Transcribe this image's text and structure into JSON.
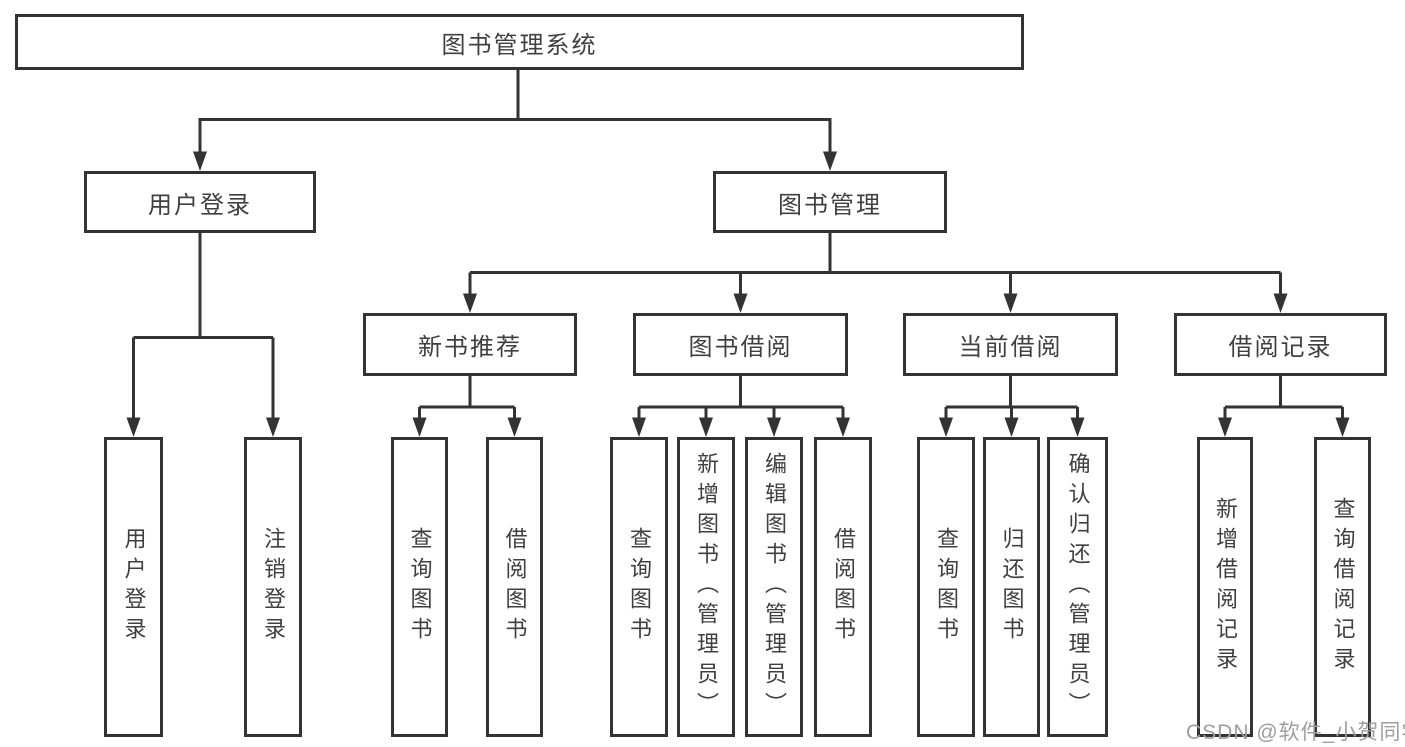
{
  "diagram": {
    "type": "hierarchy-flowchart",
    "root": {
      "label": "图书管理系统"
    },
    "branches": [
      {
        "label": "用户登录"
      },
      {
        "label": "图书管理"
      }
    ],
    "sections": [
      {
        "label": "新书推荐"
      },
      {
        "label": "图书借阅"
      },
      {
        "label": "当前借阅"
      },
      {
        "label": "借阅记录"
      }
    ],
    "leaves": [
      {
        "label": "用户登录",
        "parent": "用户登录"
      },
      {
        "label": "注销登录",
        "parent": "用户登录"
      },
      {
        "label": "查询图书",
        "parent": "新书推荐"
      },
      {
        "label": "借阅图书",
        "parent": "新书推荐"
      },
      {
        "label": "查询图书",
        "parent": "图书借阅"
      },
      {
        "label": "新增图书（管理员）",
        "parent": "图书借阅"
      },
      {
        "label": "编辑图书（管理员）",
        "parent": "图书借阅"
      },
      {
        "label": "借阅图书",
        "parent": "图书借阅"
      },
      {
        "label": "查询图书",
        "parent": "当前借阅"
      },
      {
        "label": "归还图书",
        "parent": "当前借阅"
      },
      {
        "label": "确认归还（管理员）",
        "parent": "当前借阅"
      },
      {
        "label": "新增借阅记录",
        "parent": "借阅记录"
      },
      {
        "label": "查询借阅记录",
        "parent": "借阅记录"
      }
    ],
    "watermark": "CSDN @软件_小贺同学",
    "colors": {
      "line": "#333333",
      "text": "#404040",
      "background": "#ffffff",
      "watermark": "#9e9e9e"
    }
  }
}
